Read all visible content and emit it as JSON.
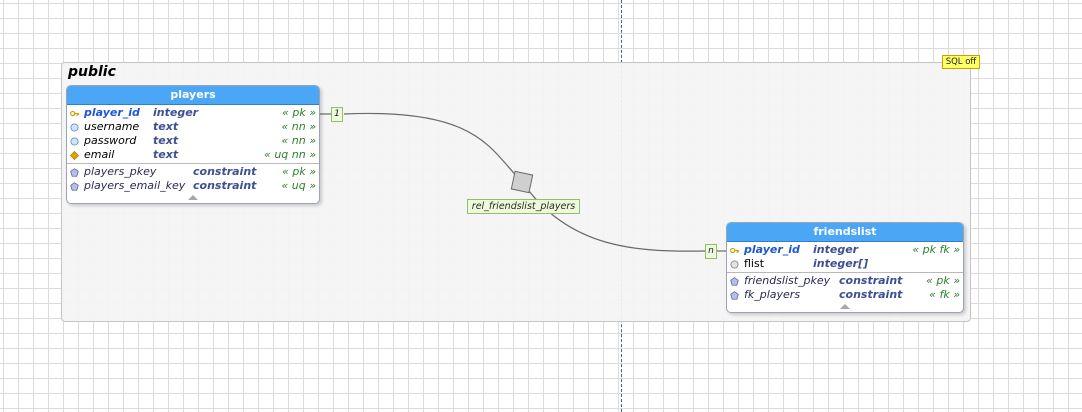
{
  "schema": {
    "name": "public",
    "sql_badge": "SQL off"
  },
  "relationship": {
    "label": "rel_friendslist_players",
    "source_cardinality": "1",
    "target_cardinality": "n"
  },
  "tables": {
    "players": {
      "title": "players",
      "columns": [
        {
          "name": "player_id",
          "type": "integer",
          "tag": "« pk »",
          "icon": "primary-key-icon"
        },
        {
          "name": "username",
          "type": "text",
          "tag": "« nn »",
          "icon": "not-null-column-icon"
        },
        {
          "name": "password",
          "type": "text",
          "tag": "« nn »",
          "icon": "not-null-column-icon"
        },
        {
          "name": "email",
          "type": "text",
          "tag": "« uq nn »",
          "icon": "unique-column-icon"
        }
      ],
      "constraints": [
        {
          "name": "players_pkey",
          "type": "constraint",
          "tag": "« pk »",
          "icon": "constraint-icon"
        },
        {
          "name": "players_email_key",
          "type": "constraint",
          "tag": "« uq »",
          "icon": "constraint-icon"
        }
      ]
    },
    "friendslist": {
      "title": "friendslist",
      "columns": [
        {
          "name": "player_id",
          "type": "integer",
          "tag": "« pk fk »",
          "icon": "primary-key-icon"
        },
        {
          "name": "flist",
          "type": "integer[]",
          "tag": "",
          "icon": "nullable-column-icon"
        }
      ],
      "constraints": [
        {
          "name": "friendslist_pkey",
          "type": "constraint",
          "tag": "« pk »",
          "icon": "constraint-icon"
        },
        {
          "name": "fk_players",
          "type": "constraint",
          "tag": "« fk »",
          "icon": "constraint-icon"
        }
      ]
    }
  },
  "colors": {
    "header": "#4ba7f6",
    "pk_name": "#1f55d8",
    "type": "#3e4f92",
    "tag": "#2e7f2e",
    "label_bg": "#eef8dd",
    "label_border": "#92c064",
    "badge_bg": "#ffff66"
  }
}
